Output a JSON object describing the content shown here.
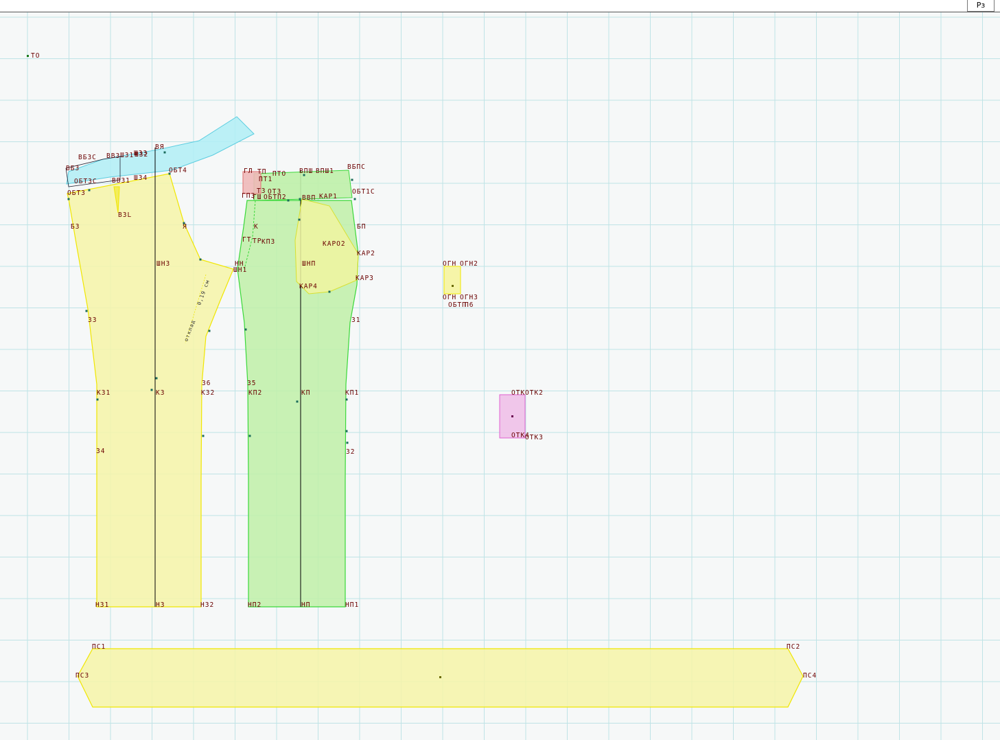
{
  "toolbar": {
    "button_label": "Рз"
  },
  "colors": {
    "grid": "#bfe3e6",
    "back_piece": "#f6f5a8",
    "back_outline": "#f0e600",
    "front_piece": "#bff0a8",
    "front_outline": "#3ad83a",
    "waistband_piece": "#b0eef6",
    "waistband_outline": "#5ccde0",
    "pocket_piece": "#f0c0e8",
    "pocket_outline": "#e060d0",
    "notch_piece": "#f0b8b8",
    "label_color": "#6a0000"
  },
  "labels": {
    "origin": "ТО",
    "back": {
      "bbzs": "ВБЗС",
      "bvz": "ВВЗ",
      "shz": "ШЗЗ",
      "vya": "ВЯ",
      "shz1": "ШЗ1",
      "shz2": "ШЗ2",
      "bbz": "ВБЗ",
      "obtzs": "ОБТЗС",
      "vvz": "ВВЗ1",
      "shz4": "ШЗ4",
      "obt4": "ОБТ4",
      "obtz": "ОБТЗ",
      "vzl": "ВЗL",
      "bz": "БЗ",
      "ya": "Я",
      "shnz": "ШНЗ",
      "dart_len": "0,19 см",
      "otklad": "отклад",
      "z3": "ЗЗ",
      "z6": "З6",
      "kz1": "КЗ1",
      "kz": "КЗ",
      "kz2": "КЗ2",
      "z4": "З4",
      "nz1": "НЗ1",
      "nz": "НЗ",
      "nz2": "НЗ2"
    },
    "front": {
      "gl": "ГЛ",
      "tp": "ТП",
      "pto": "ПТО",
      "vpsh": "ВПШ",
      "vpsh1": "ВПШ1",
      "vbps": "ВБПС",
      "pt1": "ПТ1",
      "tz": "ТЗ",
      "otz": "ОТЗ",
      "obt1s": "ОБТ1С",
      "gpz": "ГПЗ",
      "gsh": "ГШ",
      "obtp2": "ОБТП2",
      "vvp": "ВВП",
      "kar1": "КАР1",
      "bp": "БП",
      "k": "К",
      "gt": "ГТ",
      "tr": "ТР",
      "kp3": "КП3",
      "karo2": "КАРО2",
      "kar2": "КАР2",
      "nn": "НН",
      "shnp": "ШНП",
      "shn1": "ШН1",
      "kar3": "КАР3",
      "kar4": "КАР4",
      "z1": "З1",
      "z5": "З5",
      "kp2": "КП2",
      "kp": "КП",
      "kp1": "КП1",
      "z2": "З2",
      "np2": "НП2",
      "np": "НП",
      "np1": "НП1"
    },
    "belt_loop": {
      "ogn": "ОГН",
      "ogn2": "ОГН2",
      "ogn_b": "ОГН",
      "ogn3": "ОГН3",
      "obtp": "ОБТП",
      "obtp6": "П6"
    },
    "pocket": {
      "otk": "ОТК",
      "otk2": "ОТК2",
      "otk4": "ОТК4",
      "otk3": "ОТК3"
    },
    "strip": {
      "ps1": "ПС1",
      "ps2": "ПС2",
      "ps3": "ПС3",
      "ps4": "ПС4"
    }
  }
}
